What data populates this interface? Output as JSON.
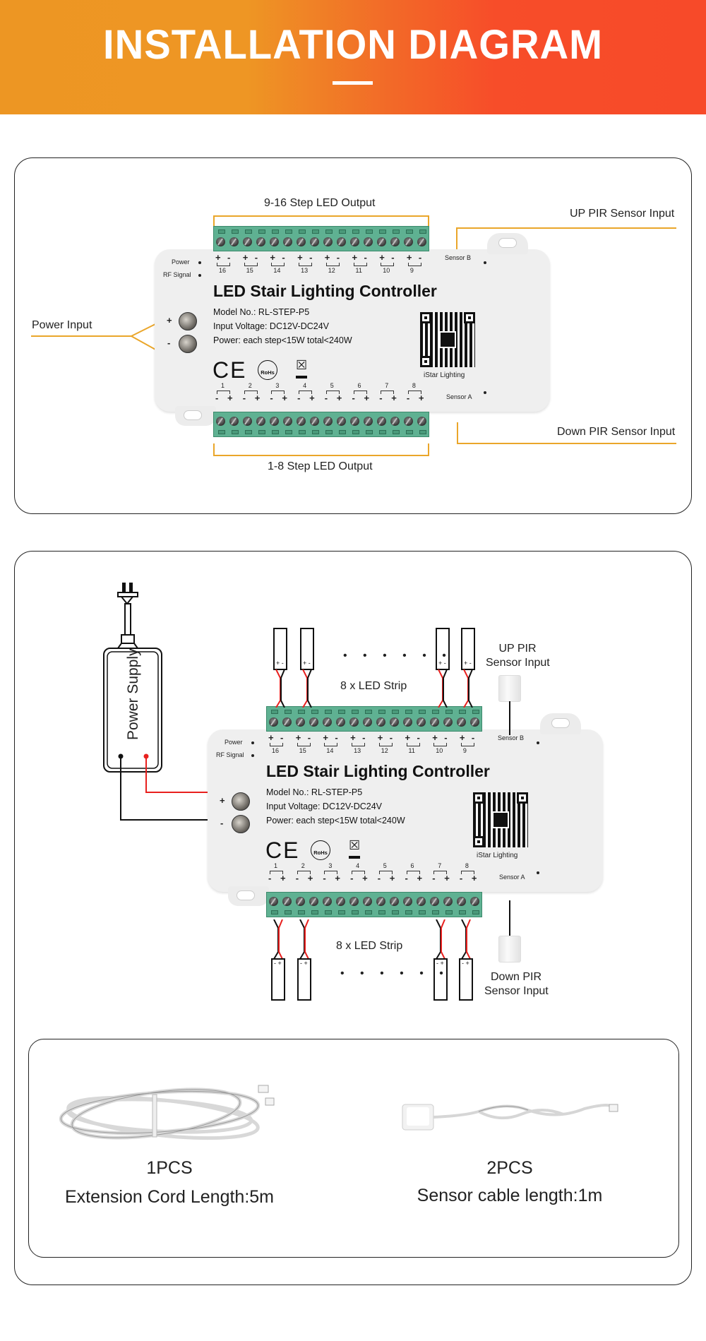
{
  "header": {
    "title": "INSTALLATION DIAGRAM",
    "gradient_colors": [
      "#ed9623",
      "#f74a29"
    ]
  },
  "colors": {
    "callout_line": "#eaa62a",
    "terminal_green": "#5fb192",
    "wire_positive": "#e8201e",
    "wire_negative": "#111111"
  },
  "controller": {
    "title": "LED Stair Lighting Controller",
    "model": "Model No.: RL-STEP-P5",
    "input_voltage": "Input Voltage: DC12V-DC24V",
    "power": "Power: each step<15W total<240W",
    "indicator_power": "Power",
    "indicator_rf": "RF Signal",
    "sensor_b": "Sensor B",
    "sensor_a": "Sensor A",
    "qr_caption": "iStar Lighting",
    "certifications": [
      "CE",
      "RoHs",
      "WEEE"
    ],
    "power_plus": "+",
    "power_minus": "-",
    "top_channels": [
      "16",
      "15",
      "14",
      "13",
      "12",
      "11",
      "10",
      "9"
    ],
    "bottom_channels": [
      "1",
      "2",
      "3",
      "4",
      "5",
      "6",
      "7",
      "8"
    ],
    "top_polarity": [
      "+",
      "-"
    ],
    "bottom_polarity": [
      "-",
      "+"
    ]
  },
  "panel1": {
    "top_output_label": "9-16 Step LED Output",
    "bottom_output_label": "1-8 Step LED Output",
    "power_input_label": "Power Input",
    "up_sensor_label": "UP PIR Sensor Input",
    "down_sensor_label": "Down PIR Sensor Input"
  },
  "panel2": {
    "power_supply_label": "Power Supply",
    "top_strip_label": "8 x LED Strip",
    "bottom_strip_label": "8 x LED Strip",
    "ellipsis": "• • • • • •",
    "up_sensor_line1": "UP PIR",
    "up_sensor_line2": "Sensor Input",
    "down_sensor_line1": "Down PIR",
    "down_sensor_line2": "Sensor Input",
    "strip_top_polarity": "+ -",
    "strip_bottom_polarity": "- +"
  },
  "accessories": [
    {
      "quantity": "1PCS",
      "description": "Extension Cord Length:5m",
      "icon": "extension-cord-icon"
    },
    {
      "quantity": "2PCS",
      "description": "Sensor cable length:1m",
      "icon": "sensor-cable-icon"
    }
  ]
}
